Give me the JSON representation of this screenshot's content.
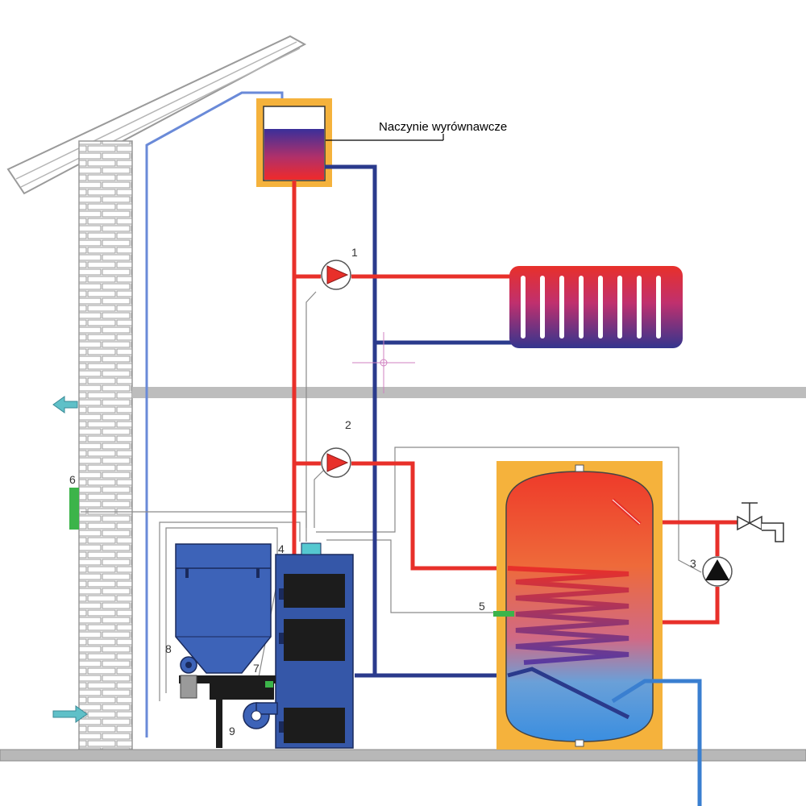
{
  "callout": {
    "expansion_vessel": "Naczynie wyrównawcze"
  },
  "numbers": {
    "n1": "1",
    "n2": "2",
    "n3": "3",
    "n4": "4",
    "n5": "5",
    "n6": "6",
    "n7": "7",
    "n8": "8",
    "n9": "9"
  },
  "colors": {
    "supply_pipe": "#e8302a",
    "return_pipe": "#2a3a8c",
    "cold_water_pipe": "#3a7fd0",
    "boiler_body": "#3557a8",
    "hopper": "#3d63b8",
    "tank_jacket": "#f5b23c",
    "vessel_frame": "#f5b23c",
    "brick_wall": "#bfbfbf",
    "floor_slab": "#b5b5b5",
    "air_arrow": "#5fc0c8",
    "sensor": "#3cb44a"
  },
  "icons": {
    "pump": "pump-icon",
    "valve": "tap-valve-icon",
    "air_arrow": "air-flow-arrow-icon",
    "sensor": "temperature-sensor-icon"
  }
}
